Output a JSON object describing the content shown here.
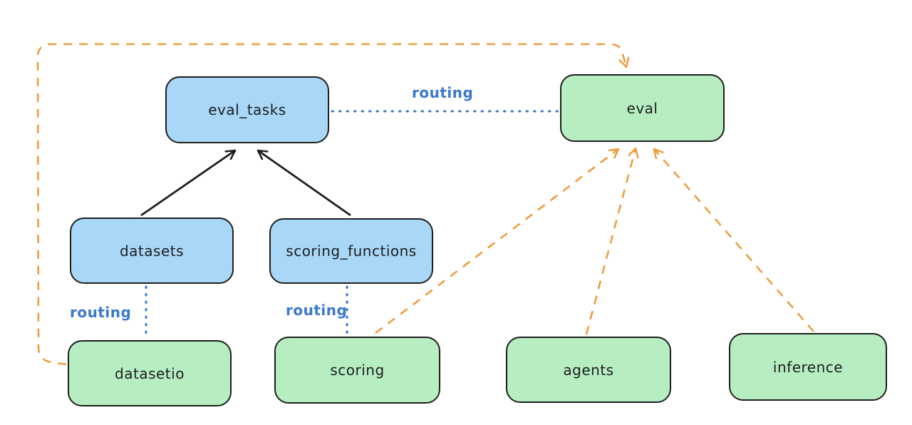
{
  "colors": {
    "background": "#ffffff",
    "ink": "#1e1e1e",
    "node_blue_fill": "#a8d7f7",
    "node_green_fill": "#b6eec2",
    "routing_blue": "#3a78cc",
    "arrow_orange": "#ee9d3f"
  },
  "diagram": {
    "edge_label": "routing",
    "nodes": [
      {
        "id": "eval_tasks",
        "label": "eval_tasks",
        "color": "blue"
      },
      {
        "id": "eval",
        "label": "eval",
        "color": "green"
      },
      {
        "id": "datasets",
        "label": "datasets",
        "color": "blue"
      },
      {
        "id": "scoring_functions",
        "label": "scoring_functions",
        "color": "blue"
      },
      {
        "id": "datasetio",
        "label": "datasetio",
        "color": "green"
      },
      {
        "id": "scoring",
        "label": "scoring",
        "color": "green"
      },
      {
        "id": "agents",
        "label": "agents",
        "color": "green"
      },
      {
        "id": "inference",
        "label": "inference",
        "color": "green"
      }
    ],
    "edges": [
      {
        "from": "datasets",
        "to": "eval_tasks",
        "style": "solid-black-arrow"
      },
      {
        "from": "scoring_functions",
        "to": "eval_tasks",
        "style": "solid-black-arrow"
      },
      {
        "from": "eval_tasks",
        "to": "eval",
        "style": "dotted-blue",
        "label": "routing"
      },
      {
        "from": "datasets",
        "to": "datasetio",
        "style": "dotted-blue",
        "label": "routing"
      },
      {
        "from": "scoring_functions",
        "to": "scoring",
        "style": "dotted-blue",
        "label": "routing"
      },
      {
        "from": "datasetio",
        "to": "eval",
        "style": "dashed-orange-arrow"
      },
      {
        "from": "scoring",
        "to": "eval",
        "style": "dashed-orange-arrow"
      },
      {
        "from": "agents",
        "to": "eval",
        "style": "dashed-orange-arrow"
      },
      {
        "from": "inference",
        "to": "eval",
        "style": "dashed-orange-arrow"
      }
    ]
  }
}
